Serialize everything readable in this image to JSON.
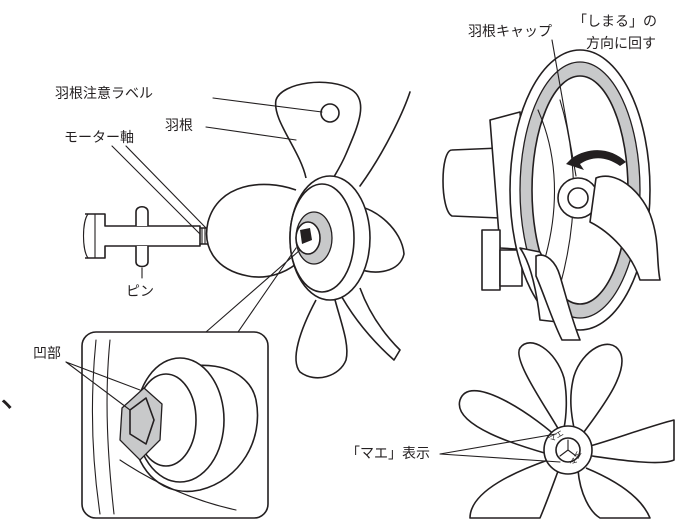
{
  "labels": {
    "fan_blade_caution_label": "羽根注意ラベル",
    "fan_blade": "羽根",
    "motor_shaft": "モーター軸",
    "pin": "ピン",
    "recess": "凹部",
    "blade_cap": "羽根キャップ",
    "tighten_direction_line1": "「しまる」の",
    "tighten_direction_line2": "方向に回す",
    "mae_display": "「マエ」表示",
    "mae_mark": "マエ",
    "edge_mark": "、"
  },
  "colors": {
    "line": "#231f20",
    "arrow_fill": "#231f20",
    "shade": "#c8c9ca",
    "background": "#ffffff"
  }
}
